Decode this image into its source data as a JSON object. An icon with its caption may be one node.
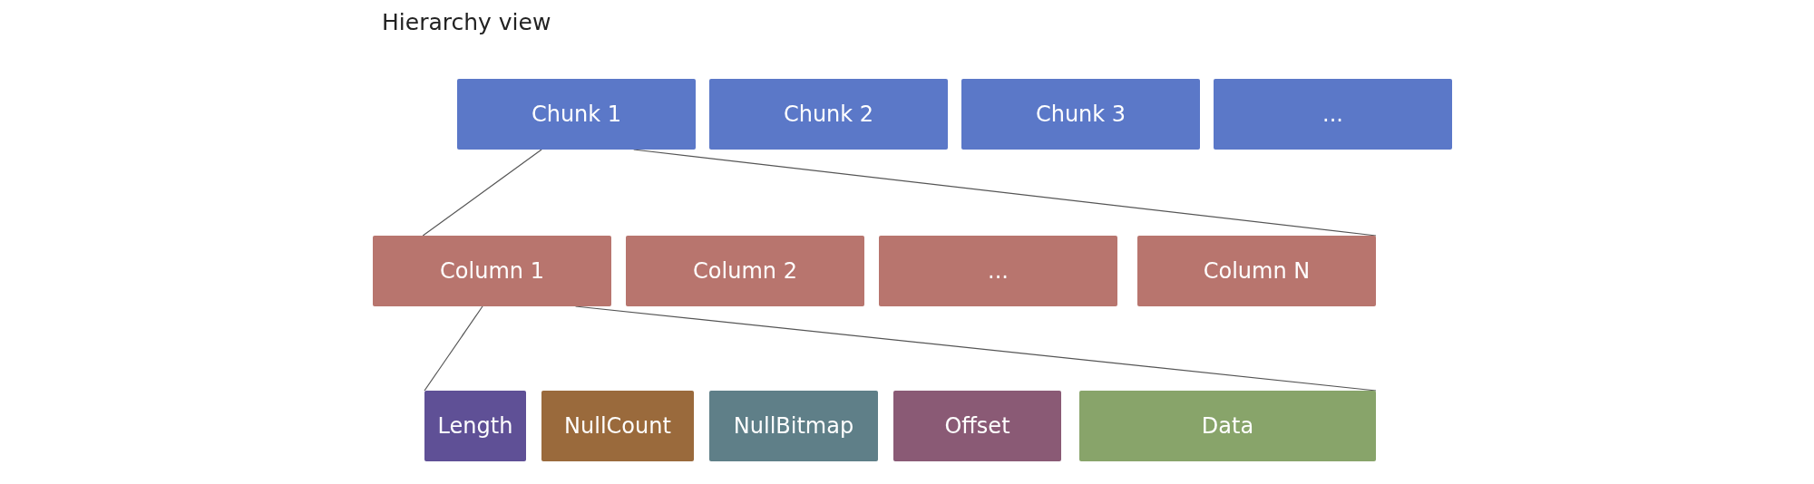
{
  "diagram": {
    "title": "Hierarchy view",
    "nodes": [
      {
        "text": [
          "Chunk 1"
        ]
      },
      {
        "text": [
          "Chunk 2"
        ]
      },
      {
        "text": [
          "Chunk 3"
        ]
      },
      {
        "text": [
          "..."
        ]
      },
      {
        "text": [
          "Column 1"
        ]
      },
      {
        "text": [
          "Column 2"
        ]
      },
      {
        "text": [
          "..."
        ]
      },
      {
        "text": [
          "Column N"
        ]
      },
      {
        "text": [
          "Length"
        ]
      },
      {
        "text": [
          "NullCount"
        ]
      },
      {
        "text": [
          "NullBitmap"
        ]
      },
      {
        "text": [
          "Offset"
        ]
      },
      {
        "text": [
          "Data"
        ]
      }
    ],
    "edges": [
      {
        "from": 0,
        "to": 4,
        "arrow": "none"
      },
      {
        "from": 0,
        "to": 7,
        "arrow": "none"
      },
      {
        "from": 4,
        "to": 8,
        "arrow": "none"
      },
      {
        "from": 4,
        "to": 12,
        "arrow": "none"
      }
    ]
  }
}
